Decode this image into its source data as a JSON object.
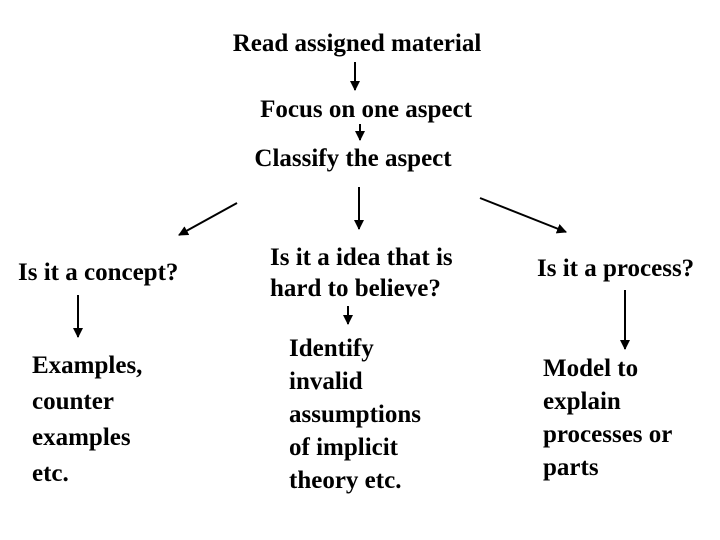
{
  "colors": {
    "background": "#ffffff",
    "text": "#000000",
    "arrow": "#000000"
  },
  "nodes": {
    "read_material": {
      "label": "Read assigned material"
    },
    "focus_aspect": {
      "label": "Focus on one aspect"
    },
    "classify_aspect": {
      "label": "Classify the aspect"
    },
    "is_concept": {
      "label": "Is it a concept?"
    },
    "is_idea": {
      "label": "Is it a idea that is\nhard to believe?"
    },
    "is_process": {
      "label": "Is it a process?"
    },
    "concept_action": {
      "label": "Examples,\ncounter\nexamples\netc."
    },
    "idea_action": {
      "label": "Identify\ninvalid\nassumptions\nof implicit\ntheory etc."
    },
    "process_action": {
      "label": "Model to\nexplain\nprocesses or\nparts"
    }
  },
  "edges": [
    {
      "from": "read_material",
      "to": "focus_aspect"
    },
    {
      "from": "focus_aspect",
      "to": "classify_aspect"
    },
    {
      "from": "classify_aspect",
      "to": "is_concept"
    },
    {
      "from": "classify_aspect",
      "to": "is_idea"
    },
    {
      "from": "classify_aspect",
      "to": "is_process"
    },
    {
      "from": "is_concept",
      "to": "concept_action"
    },
    {
      "from": "is_idea",
      "to": "idea_action"
    },
    {
      "from": "is_process",
      "to": "process_action"
    }
  ]
}
